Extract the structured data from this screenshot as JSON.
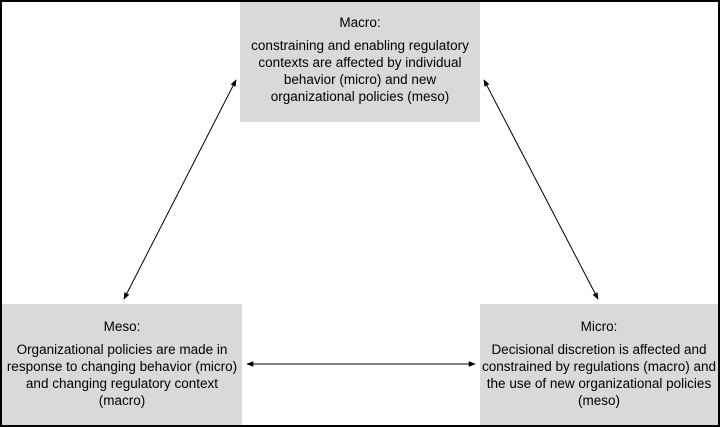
{
  "diagram": {
    "macro": {
      "title": "Macro:",
      "text": "constraining and enabling regulatory contexts are affected by individual behavior (micro) and new organizational policies (meso)"
    },
    "meso": {
      "title": "Meso:",
      "text": "Organizational policies are made in response to changing behavior (micro) and changing regulatory context (macro)"
    },
    "micro": {
      "title": "Micro:",
      "text": "Decisional discretion is affected and constrained by regulations (macro) and the use of new organizational policies (meso)"
    },
    "colors": {
      "box_fill": "#d9d9d9",
      "arrow": "#000000",
      "border": "#000000"
    }
  }
}
